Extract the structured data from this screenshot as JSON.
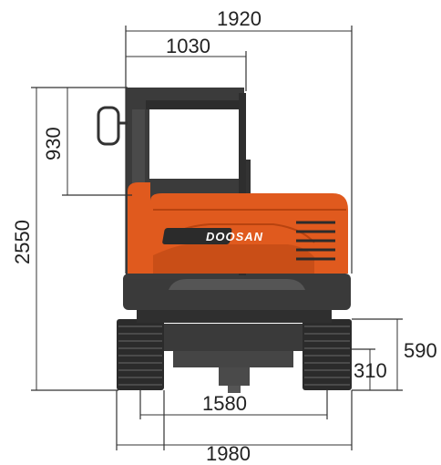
{
  "dimensions": {
    "overall_width": "1920",
    "cab_width": "1030",
    "cab_height": "930",
    "overall_height": "2550",
    "counterweight_clearance": "590",
    "ground_clearance": "310",
    "track_gauge": "1580",
    "track_width": "1980"
  },
  "machine": {
    "brand": "DOOSAN",
    "colors": {
      "body": "#e05a1e",
      "body_dark": "#b8430f",
      "frame": "#3a3a3a",
      "track": "#2b2b2b",
      "glass": "#ffffff"
    }
  }
}
